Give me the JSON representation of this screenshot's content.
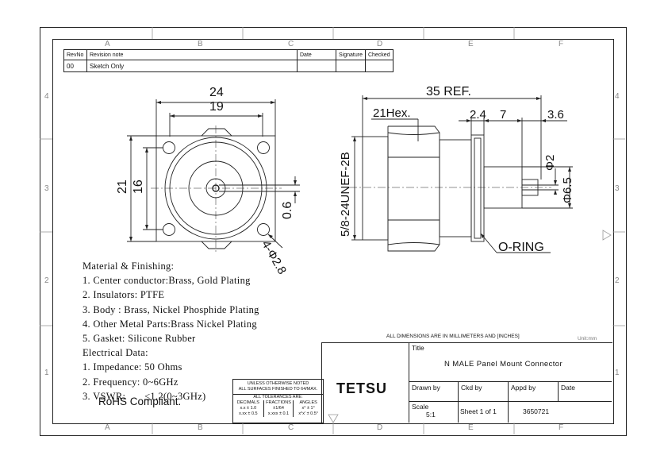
{
  "zones": {
    "columns": [
      "A",
      "B",
      "C",
      "D",
      "E",
      "F"
    ],
    "rows": [
      "4",
      "3",
      "2",
      "1"
    ]
  },
  "revision_table": {
    "headers": [
      "RevNo",
      "Revision note",
      "Date",
      "Signature",
      "Checked"
    ],
    "rows": [
      [
        "00",
        "Sketch Only",
        "",
        "",
        ""
      ]
    ]
  },
  "front_view": {
    "dim_width_outer": "24",
    "dim_width_inner": "19",
    "dim_height_outer": "21",
    "dim_height_inner": "16",
    "dim_pin": "0.6",
    "dim_holes": "4-Φ2.8"
  },
  "side_view": {
    "dim_total": "35 REF.",
    "dim_hex": "21Hex.",
    "dim_a": "2.4",
    "dim_b": "7",
    "dim_c": "3.6",
    "dim_thread": "5/8-24UNEF-2B",
    "dim_phi2": "Φ2",
    "dim_phi65": "Φ6.5",
    "oring": "O-RING"
  },
  "notes": [
    "Material & Finishing:",
    "1. Center conductor:Brass, Gold Plating",
    "2. Insulators: PTFE",
    "3. Body : Brass, Nickel Phosphide Plating",
    "4. Other Metal Parts:Brass Nickel Plating",
    "5. Gasket: Silicone Rubber",
    "Electrical Data:",
    "1. Impedance: 50 Ohms",
    "2. Frequency: 0~6GHz",
    "3. VSWR:       ≤1.2(0~3GHz)"
  ],
  "rohs": "RoHS Compliant.",
  "tolerance_block": {
    "line1": "UNLESS OTHERWISE NOTED",
    "line2": "ALL SURFACES FINISHED TO 64/MAX.",
    "line3": "ALL TOLERANCES ARE:",
    "col1_head": "DECIMALS",
    "col2_head": "FRACTIONS",
    "col3_head": "ANGLES",
    "col1_a": "x.x  ± 1.0",
    "col1_b": "x.xx  ± 0.5",
    "col2_a": "±1/64",
    "col2_b": "x.xxx  ± 0.1",
    "col3_a": "x°  ± 1°",
    "col3_b": "x°x'  ± 0.5°"
  },
  "title_block": {
    "units_note": "ALL DIMENSIONS ARE IN MILLIMETERS AND [INCHES]",
    "unit": "Unit:mm",
    "title_label": "Title",
    "title": "N MALE Panel Mount Connector",
    "company": "TETSU",
    "drawn_by": "Drawn by",
    "ckd_by": "Ckd by",
    "appd_by": "Appd by",
    "date": "Date",
    "scale_label": "Scale",
    "scale": "5:1",
    "sheet": "Sheet 1 of 1",
    "part_no": "3650721"
  }
}
